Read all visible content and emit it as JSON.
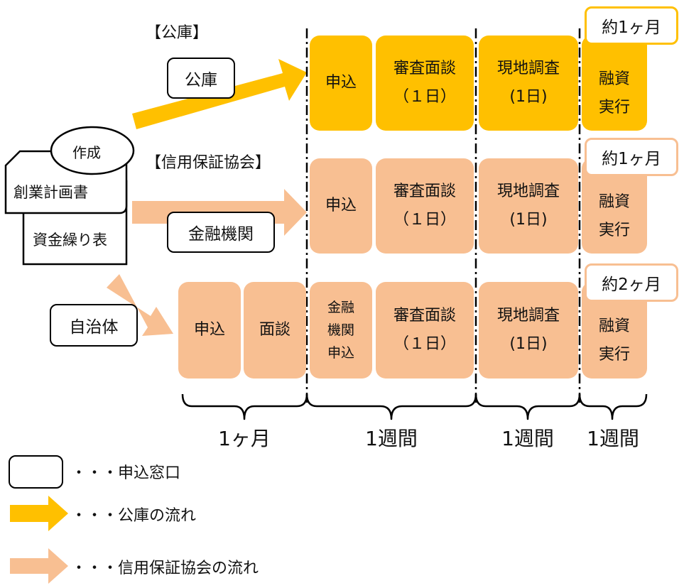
{
  "sections": {
    "koko_header": "【公庫】",
    "hosho_header": "【信用保証協会】"
  },
  "windows": {
    "koko": "公庫",
    "kinyu": "金融機関",
    "jichitai": "自治体"
  },
  "documents": {
    "create": "作成",
    "business_plan": "創業計画書",
    "cash_flow": "資金繰り表"
  },
  "koko_row": {
    "apply": "申込",
    "review_line1": "審査面談",
    "review_line2": "（１日）",
    "site_line1": "現地調査",
    "site_line2": "(1日)",
    "exec_line1": "融資",
    "exec_line2": "実行",
    "month": "約1ヶ月"
  },
  "hosho_row": {
    "apply": "申込",
    "review_line1": "審査面談",
    "review_line2": "（１日）",
    "site_line1": "現地調査",
    "site_line2": "(1日)",
    "exec_line1": "融資",
    "exec_line2": "実行",
    "month": "約1ヶ月"
  },
  "jichitai_row": {
    "apply": "申込",
    "interview": "面談",
    "bank_apply_line1": "金融",
    "bank_apply_line2": "機関",
    "bank_apply_line3": "申込",
    "review_line1": "審査面談",
    "review_line2": "（１日）",
    "site_line1": "現地調査",
    "site_line2": "(1日)",
    "exec_line1": "融資",
    "exec_line2": "実行",
    "month": "約2ヶ月"
  },
  "durations": [
    "1ヶ月",
    "1週間",
    "1週間",
    "1週間"
  ],
  "legend": {
    "window": "・・・申込窓口",
    "koko_flow": "・・・公庫の流れ",
    "hosho_flow": "・・・信用保証協会の流れ"
  },
  "colors": {
    "koko": "#ffc000",
    "hosho": "#f8bf92"
  }
}
